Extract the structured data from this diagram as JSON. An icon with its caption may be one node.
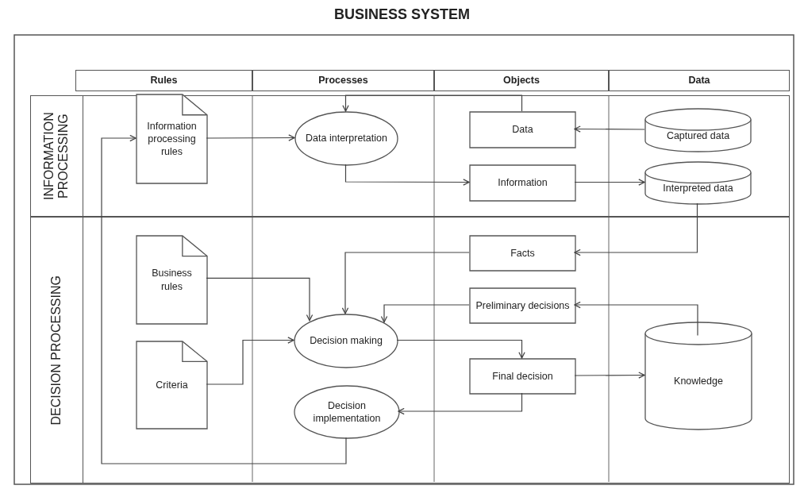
{
  "diagram": {
    "title": "BUSINESS SYSTEM",
    "nodes": [
      {
        "text": [
          "Rules"
        ]
      },
      {
        "text": [
          "Processes"
        ]
      },
      {
        "text": [
          "Objects"
        ]
      },
      {
        "text": [
          "Data"
        ]
      },
      {
        "text": [
          "INFORMATION PROCESSING"
        ]
      },
      {
        "text": [
          "Information processing rules"
        ],
        "in": 4
      },
      {
        "text": [
          "Data interpretation"
        ],
        "in": 4
      },
      {
        "text": [
          "Data"
        ],
        "in": 4
      },
      {
        "text": [
          "Captured data"
        ],
        "in": 4
      },
      {
        "text": [
          "Information"
        ],
        "in": 4
      },
      {
        "text": [
          "Interpreted data"
        ],
        "in": 4
      },
      {
        "text": [
          "DECISION PROCESSING"
        ]
      },
      {
        "text": [
          "Business rules"
        ],
        "in": 11
      },
      {
        "text": [
          "Facts"
        ],
        "in": 11
      },
      {
        "text": [
          "Preliminary decisions"
        ],
        "in": 11
      },
      {
        "text": [
          "Decision making"
        ],
        "in": 11
      },
      {
        "text": [
          "Criteria"
        ],
        "in": 11
      },
      {
        "text": [
          "Final decision"
        ],
        "in": 11
      },
      {
        "text": [
          "Knowledge"
        ],
        "in": 11
      },
      {
        "text": [
          "Decision implementation"
        ],
        "in": 11
      }
    ],
    "edges": [
      {
        "from": 5,
        "to": 6,
        "arrow": "to"
      },
      {
        "from": 7,
        "to": 6,
        "arrow": "to"
      },
      {
        "from": 6,
        "to": 9,
        "arrow": "to"
      },
      {
        "from": 8,
        "to": 7,
        "arrow": "to"
      },
      {
        "from": 9,
        "to": 10,
        "arrow": "to"
      },
      {
        "from": 10,
        "to": 13,
        "arrow": "to"
      },
      {
        "from": 13,
        "to": 15,
        "arrow": "to"
      },
      {
        "from": 14,
        "to": 15,
        "arrow": "to"
      },
      {
        "from": 18,
        "to": 14,
        "arrow": "to"
      },
      {
        "from": 12,
        "to": 15,
        "arrow": "to"
      },
      {
        "from": 16,
        "to": 15,
        "arrow": "to"
      },
      {
        "from": 15,
        "to": 17,
        "arrow": "to"
      },
      {
        "from": 17,
        "to": 18,
        "arrow": "to"
      },
      {
        "from": 17,
        "to": 19,
        "arrow": "to"
      },
      {
        "from": 19,
        "to": 5,
        "arrow": "to"
      }
    ]
  }
}
